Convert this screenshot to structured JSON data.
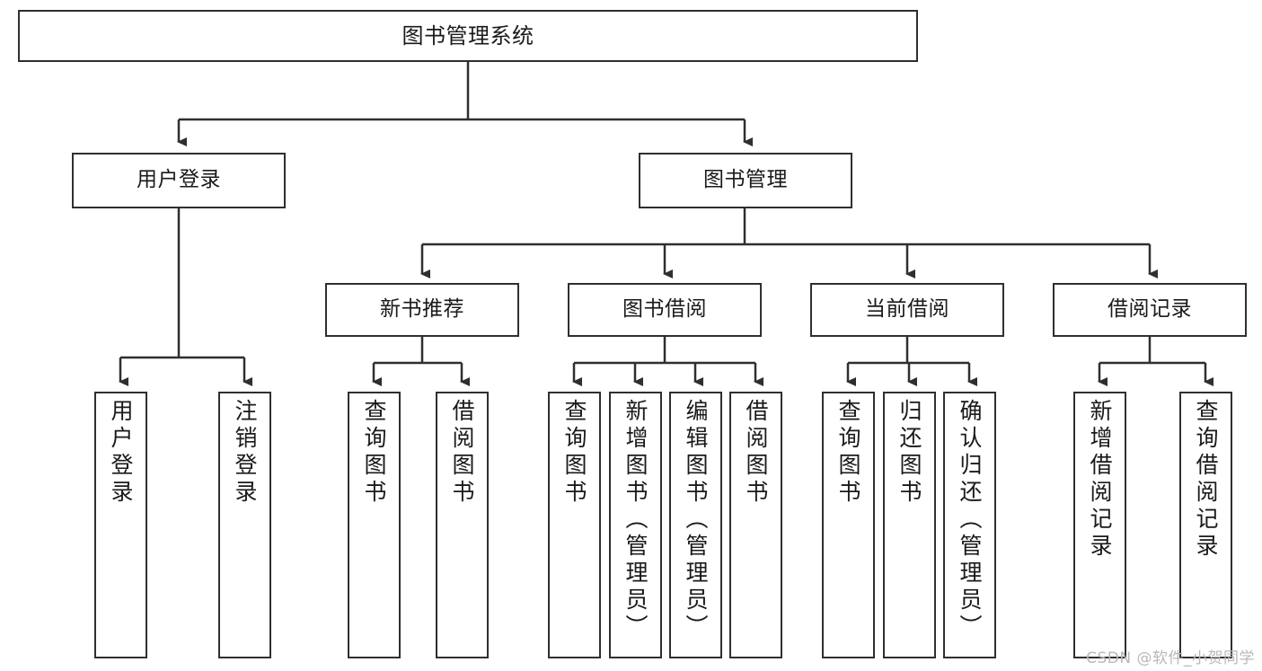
{
  "diagram": {
    "title_node": {
      "id": "root",
      "label": "图书管理系统"
    },
    "level1": [
      {
        "id": "user-login",
        "label": "用户登录"
      },
      {
        "id": "book-management",
        "label": "图书管理"
      }
    ],
    "level2": [
      {
        "id": "new-book-recommend",
        "label": "新书推荐"
      },
      {
        "id": "book-borrow",
        "label": "图书借阅"
      },
      {
        "id": "current-borrow",
        "label": "当前借阅"
      },
      {
        "id": "borrow-record",
        "label": "借阅记录"
      }
    ],
    "leaves": {
      "user_login": [
        {
          "id": "leaf-user-login",
          "label": "用户登录"
        },
        {
          "id": "leaf-logout",
          "label": "注销登录"
        }
      ],
      "new_book_recommend": [
        {
          "id": "leaf-query-book-1",
          "label": "查询图书"
        },
        {
          "id": "leaf-borrow-book-1",
          "label": "借阅图书"
        }
      ],
      "book_borrow": [
        {
          "id": "leaf-query-book-2",
          "label": "查询图书"
        },
        {
          "id": "leaf-add-book",
          "label": "新增图书（管理员）"
        },
        {
          "id": "leaf-edit-book",
          "label": "编辑图书（管理员）"
        },
        {
          "id": "leaf-borrow-book-2",
          "label": "借阅图书"
        }
      ],
      "current_borrow": [
        {
          "id": "leaf-query-book-3",
          "label": "查询图书"
        },
        {
          "id": "leaf-return-book",
          "label": "归还图书"
        },
        {
          "id": "leaf-confirm-return",
          "label": "确认归还（管理员）"
        }
      ],
      "borrow_record": [
        {
          "id": "leaf-add-record",
          "label": "新增借阅记录"
        },
        {
          "id": "leaf-query-record",
          "label": "查询借阅记录"
        }
      ]
    }
  },
  "watermark": {
    "text": "CSDN @软件_小贺同学"
  },
  "colors": {
    "border": "#2f2f2f",
    "text": "#1a1a1a",
    "background": "#ffffff",
    "watermark": "#b8b8b8"
  }
}
